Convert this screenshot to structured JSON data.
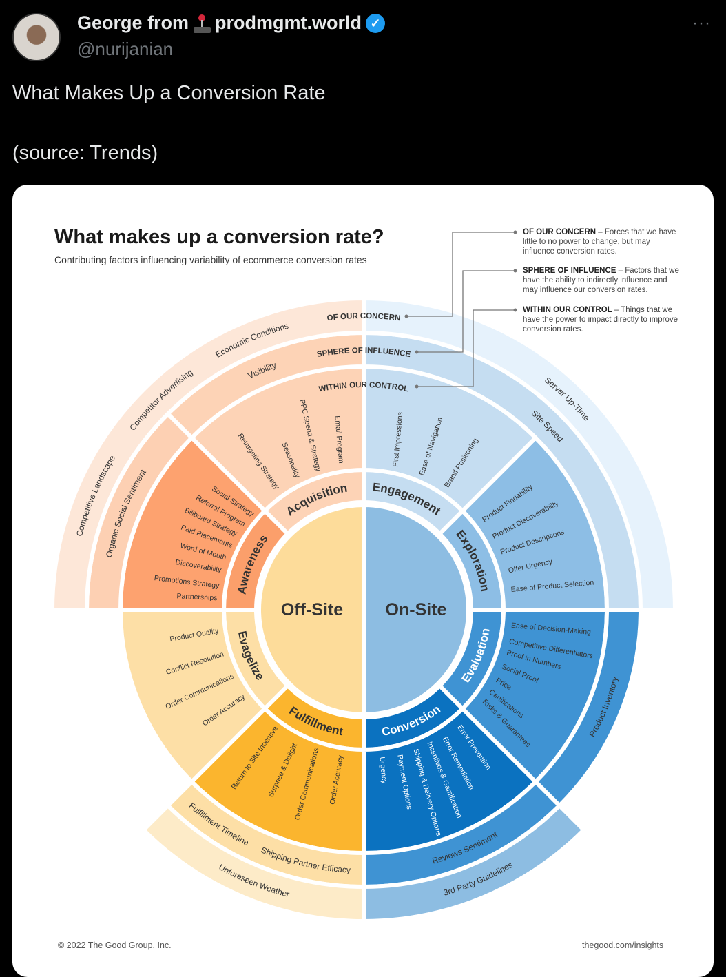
{
  "tweet": {
    "author_name_prefix": "George from",
    "author_name_suffix": "prodmgmt.world",
    "handle": "@nurijanian",
    "more_label": "···",
    "verified_icon": "✓",
    "text_line1": "What Makes Up a Conversion Rate",
    "text_line2": "(source: Trends)"
  },
  "diagram": {
    "title": "What makes up a conversion rate?",
    "subtitle": "Contributing factors influencing variability of ecommerce conversion rates",
    "legend": [
      {
        "heading": "OF OUR CONCERN",
        "text": " – Forces that we have little to no power to change, but may influence conversion rates."
      },
      {
        "heading": "SPHERE OF INFLUENCE",
        "text": " – Factors that we have the ability to indirectly influence and may influence our conversion rates."
      },
      {
        "heading": "WITHIN OUR CONTROL",
        "text": " – Things that we have the power to impact directly to improve conversion rates."
      }
    ],
    "rings": {
      "concern": "OF OUR CONCERN",
      "sphere": "SPHERE OF INFLUENCE",
      "control": "WITHIN OUR CONTROL"
    },
    "center": {
      "off": "Off-Site",
      "on": "On-Site"
    },
    "stages": [
      {
        "name": "Acquisition",
        "factors": [
          "Retargeting Strategy",
          "Seasonality",
          "PPC Spend & Strategy",
          "Email Program"
        ]
      },
      {
        "name": "Awareness",
        "factors": [
          "Social Strategy",
          "Referral Program",
          "Billboard Strategy",
          "Paid Placements",
          "Word of Mouth",
          "Discoverability",
          "Promotions Strategy",
          "Partnerships"
        ]
      },
      {
        "name": "Engagement",
        "factors": [
          "First Impressions",
          "Ease of Navigation",
          "Brand Positioning"
        ]
      },
      {
        "name": "Exploration",
        "factors": [
          "Product Findability",
          "Product Discoverability",
          "Product Descriptions",
          "Offer Urgency",
          "Ease of Product Selection"
        ]
      },
      {
        "name": "Evaluation",
        "factors": [
          "Ease of Decision-Making",
          "Competitive Differentiators",
          "Proof in Numbers",
          "Social Proof",
          "Price",
          "Certifications",
          "Risks & Guarantees"
        ]
      },
      {
        "name": "Conversion",
        "factors": [
          "Error Prevention",
          "Error Remediation",
          "Incentives & Gamification",
          "Shipping & Delivery Options",
          "Payment Options",
          "Urgency"
        ]
      },
      {
        "name": "Fulfillment",
        "factors": [
          "Return to Site Incentive",
          "Surprise & Delight",
          "Order Communications",
          "Order Accuracy"
        ]
      },
      {
        "name": "Evagelize",
        "factors": [
          "Product Quality",
          "Conflict Resolution",
          "Order Communications",
          "Order Accuracy"
        ]
      }
    ],
    "sphere_factors": [
      "Visibility",
      "Organic Social Sentiment",
      "Site Speed",
      "Product Inventory",
      "Reviews Sentiment",
      "Fulfillment Timeline",
      "Shipping Partner Efficacy"
    ],
    "concern_factors": [
      "Economic Conditions",
      "Competitor Advertising",
      "Competitive Landscape",
      "Server Up-Time",
      "3rd Party Guidelines",
      "Unforeseen Weather"
    ],
    "footer": {
      "copyright": "© 2022 The Good Group, Inc.",
      "url": "thegood.com/insights"
    },
    "colors": {
      "offsite": "#fddc9a",
      "onsite": "#8dbde2",
      "acquisition": "#fdd3b6",
      "awareness": "#fb9f6b",
      "evagelize": "#fddfa6",
      "fulfillment": "#fbb52e",
      "conversion": "#0b72c0",
      "evaluation": "#3f93d3",
      "exploration": "#8dbee5",
      "engagement": "#c5ddf1",
      "concern_warm": "#fde7d8",
      "concern_cool": "#e6f2fc",
      "concern_yellow": "#fdebc8",
      "concern_blue": "#8dbde2"
    }
  }
}
